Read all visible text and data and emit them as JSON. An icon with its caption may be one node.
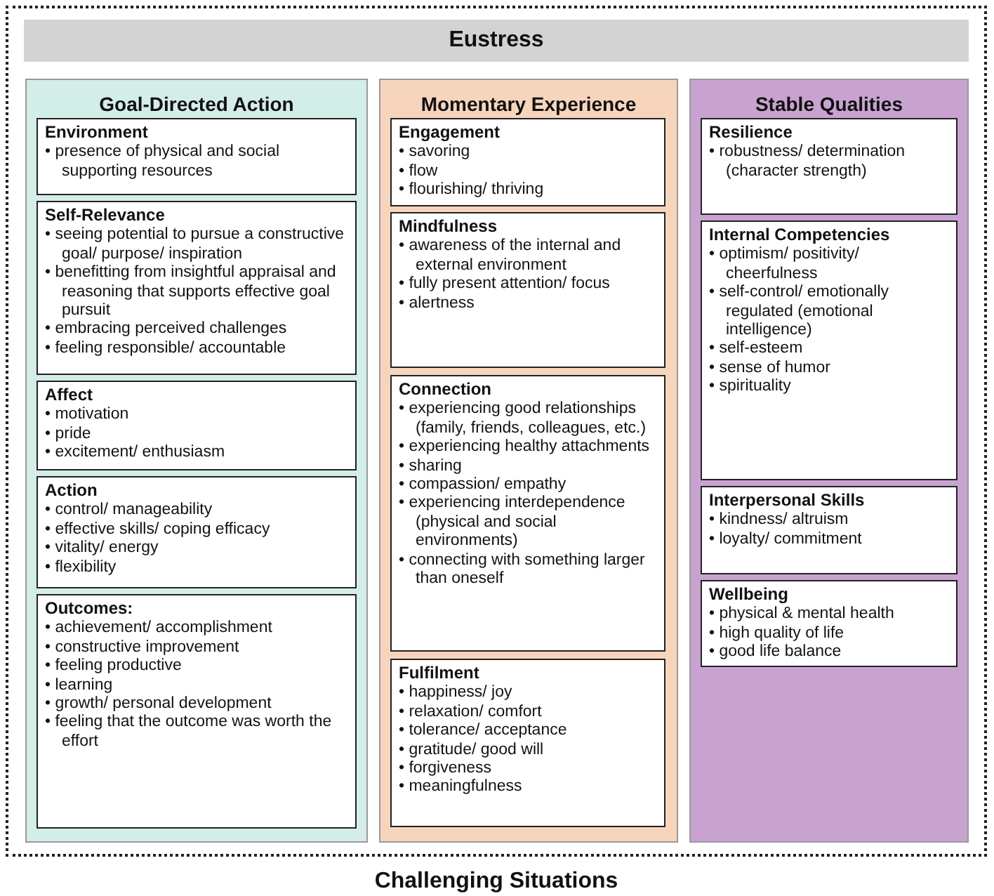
{
  "diagram": {
    "nodes": [
      {
        "text": [
          "Challenging Situations"
        ]
      },
      {
        "text": [
          "Eustress"
        ],
        "in": 0
      },
      {
        "text": [
          "Goal-Directed Action"
        ],
        "in": 0
      },
      {
        "text": [
          "Environment",
          "• presence of physical and social supporting resources"
        ],
        "in": 2
      },
      {
        "text": [
          "Self-Relevance",
          "• seeing potential to pursue a constructive goal/ purpose/ inspiration",
          "• benefitting from insightful appraisal and reasoning that supports effective goal pursuit",
          "• embracing perceived challenges",
          "• feeling responsible/ accountable"
        ],
        "in": 2
      },
      {
        "text": [
          "Affect",
          "• motivation",
          "• pride",
          "• excitement/ enthusiasm"
        ],
        "in": 2
      },
      {
        "text": [
          "Action",
          "• control/ manageability",
          "• effective skills/ coping efficacy",
          "• vitality/ energy",
          "• flexibility"
        ],
        "in": 2
      },
      {
        "text": [
          "Outcomes:",
          "• achievement/ accomplishment",
          "• constructive improvement",
          "• feeling productive",
          "• learning",
          "• growth/ personal development",
          "• feeling that the outcome was worth the effort"
        ],
        "in": 2
      },
      {
        "text": [
          "Momentary Experience"
        ],
        "in": 0
      },
      {
        "text": [
          "Engagement",
          "• savoring",
          "• flow",
          "• flourishing/ thriving"
        ],
        "in": 8
      },
      {
        "text": [
          "Mindfulness",
          "• awareness of the internal and external environment",
          "• fully present attention/ focus",
          "• alertness"
        ],
        "in": 8
      },
      {
        "text": [
          "Connection",
          "• experiencing good relationships (family, friends, colleagues, etc.)",
          "• experiencing healthy attachments",
          "• sharing",
          "• compassion/ empathy",
          "• experiencing interdependence (physical and social environments)",
          "• connecting with something larger than oneself"
        ],
        "in": 8
      },
      {
        "text": [
          "Fulfilment",
          "• happiness/ joy",
          "• relaxation/ comfort",
          "• tolerance/ acceptance",
          "• gratitude/ good will",
          "• forgiveness",
          "• meaningfulness"
        ],
        "in": 8
      },
      {
        "text": [
          "Stable Qualities"
        ],
        "in": 0
      },
      {
        "text": [
          "Resilience",
          "• robustness/ determination (character strength)"
        ],
        "in": 13
      },
      {
        "text": [
          "Internal Competencies",
          "• optimism/ positivity/ cheerfulness",
          "• self-control/ emotionally regulated (emotional intelligence)",
          "• self-esteem",
          "• sense of humor",
          "• spirituality"
        ],
        "in": 13
      },
      {
        "text": [
          "Interpersonal Skills",
          "• kindness/ altruism",
          "• loyalty/ commitment"
        ],
        "in": 13
      },
      {
        "text": [
          "Wellbeing",
          "• physical & mental health",
          "• high quality of life",
          "• good life balance"
        ],
        "in": 13
      }
    ],
    "edges": []
  }
}
